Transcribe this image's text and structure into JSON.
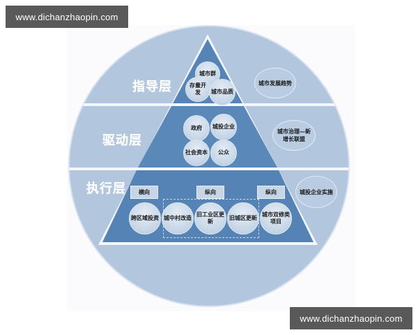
{
  "watermarks": {
    "top_left": "www.dichanzhaopin.com",
    "bottom_right": "www.dichanzhaopin.com"
  },
  "colors": {
    "circle_fill": "#b2c7de",
    "pyramid_fill": "#5684b6",
    "node_fill": "#c5d5e6",
    "divider": "#f4f7fb",
    "watermark_bg": "#595959",
    "label_text": "#ffffff"
  },
  "layers": [
    {
      "label": "指导层",
      "pyramid_nodes": [
        "城市群",
        "存量开发",
        "城市品质"
      ],
      "side_node": "城市发展趋势"
    },
    {
      "label": "驱动层",
      "pyramid_nodes": [
        "政府",
        "城投企业",
        "社会资本",
        "公众"
      ],
      "side_node": "城市治理—新增长联盟"
    },
    {
      "label": "执行层",
      "tags": [
        "横向",
        "纵向",
        "纵向"
      ],
      "pyramid_nodes": [
        "跨区域投资",
        "城中村改造",
        "旧工业区更新",
        "旧城区更新",
        "城市双修类项目"
      ],
      "side_node": "城投企业实施"
    }
  ]
}
